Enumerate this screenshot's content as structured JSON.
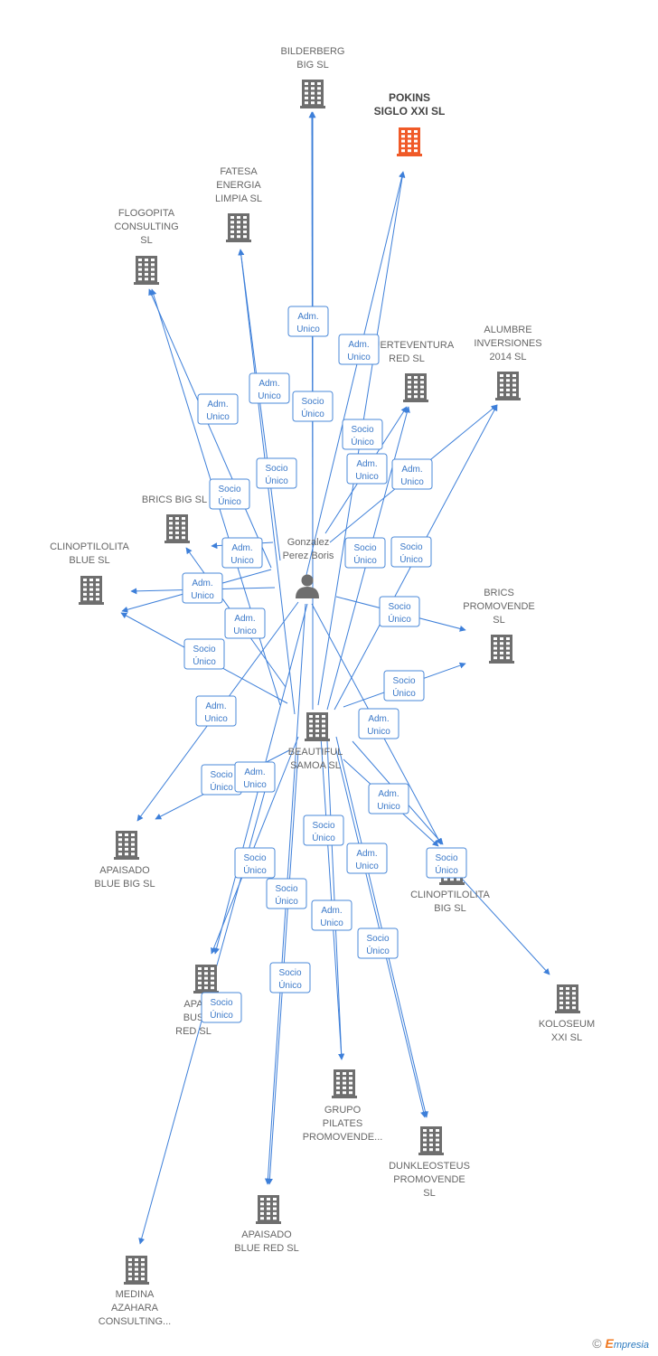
{
  "colors": {
    "edge": "#3d7fd9",
    "node": "#6e6e6e",
    "highlight": "#f05a28"
  },
  "nodes": [
    {
      "id": "bilderberg",
      "lines": [
        "BILDERBERG",
        "BIG  SL"
      ]
    },
    {
      "id": "pokins",
      "lines": [
        "POKINS",
        "SIGLO XXI  SL"
      ],
      "highlight": true
    },
    {
      "id": "fatesa",
      "lines": [
        "FATESA",
        "ENERGIA",
        "LIMPIA  SL"
      ]
    },
    {
      "id": "flogopita",
      "lines": [
        "FLOGOPITA",
        "CONSULTING",
        "SL"
      ]
    },
    {
      "id": "fuerteventura",
      "lines": [
        "RFUERTEVENTURA",
        "RED  SL"
      ]
    },
    {
      "id": "alumbre",
      "lines": [
        "ALUMBRE",
        "INVERSIONES",
        "2014  SL"
      ]
    },
    {
      "id": "bricsbig",
      "lines": [
        "BRICS BIG  SL"
      ]
    },
    {
      "id": "clinoblue",
      "lines": [
        "CLINOPTILOLITA",
        "BLUE  SL"
      ]
    },
    {
      "id": "bricspromo",
      "lines": [
        "BRICS",
        "PROMOVENDE",
        "SL"
      ]
    },
    {
      "id": "beautiful",
      "lines": [
        "BEAUTIFUL",
        "SAMOA SL"
      ]
    },
    {
      "id": "apaisadobluebig",
      "lines": [
        "APAISADO",
        "BLUE BIG  SL"
      ]
    },
    {
      "id": "clinobig",
      "lines": [
        "CLINOPTILOLITA",
        "BIG  SL"
      ]
    },
    {
      "id": "koloseum",
      "lines": [
        "KOLOSEUM",
        "XXI  SL"
      ]
    },
    {
      "id": "apaisadobus",
      "lines": [
        "APA",
        "BUS",
        "RED  SL"
      ]
    },
    {
      "id": "grupo",
      "lines": [
        "GRUPO",
        "PILATES",
        "PROMOVENDE..."
      ]
    },
    {
      "id": "dunkleosteus",
      "lines": [
        "DUNKLEOSTEUS",
        "PROMOVENDE",
        "SL"
      ]
    },
    {
      "id": "apaisadobluered",
      "lines": [
        "APAISADO",
        "BLUE RED  SL"
      ]
    },
    {
      "id": "medina",
      "lines": [
        "MEDINA",
        "AZAHARA",
        "CONSULTING..."
      ]
    }
  ],
  "person": {
    "id": "gonzalez",
    "lines": [
      "Gonzalez",
      "Perez Boris"
    ]
  },
  "edge_labels": [
    {
      "id": "e1",
      "lines": [
        "Adm.",
        "Unico"
      ]
    },
    {
      "id": "e2",
      "lines": [
        "Adm.",
        "Unico"
      ]
    },
    {
      "id": "e3",
      "lines": [
        "Adm.",
        "Unico"
      ]
    },
    {
      "id": "e4",
      "lines": [
        "Socio",
        "Único"
      ]
    },
    {
      "id": "e5",
      "lines": [
        "Adm.",
        "Unico"
      ]
    },
    {
      "id": "e6",
      "lines": [
        "Socio",
        "Único"
      ]
    },
    {
      "id": "e7",
      "lines": [
        "Adm.",
        "Unico"
      ]
    },
    {
      "id": "e8",
      "lines": [
        "Adm.",
        "Unico"
      ]
    },
    {
      "id": "e9",
      "lines": [
        "Socio",
        "Único"
      ]
    },
    {
      "id": "e10",
      "lines": [
        "Socio",
        "Único"
      ]
    },
    {
      "id": "e11",
      "lines": [
        "Adm.",
        "Unico"
      ]
    },
    {
      "id": "e12",
      "lines": [
        "Socio",
        "Único"
      ]
    },
    {
      "id": "e13",
      "lines": [
        "Socio",
        "Único"
      ]
    },
    {
      "id": "e14",
      "lines": [
        "Adm.",
        "Unico"
      ]
    },
    {
      "id": "e15",
      "lines": [
        "Socio",
        "Único"
      ]
    },
    {
      "id": "e16",
      "lines": [
        "Adm.",
        "Unico"
      ]
    },
    {
      "id": "e17",
      "lines": [
        "Socio",
        "Único"
      ]
    },
    {
      "id": "e18",
      "lines": [
        "Socio",
        "Único"
      ]
    },
    {
      "id": "e19",
      "lines": [
        "Adm.",
        "Unico"
      ]
    },
    {
      "id": "e20",
      "lines": [
        "Adm.",
        "Unico"
      ]
    },
    {
      "id": "e21",
      "lines": [
        "Socio",
        "Único"
      ]
    },
    {
      "id": "e22",
      "lines": [
        "Adm.",
        "Unico"
      ]
    },
    {
      "id": "e23",
      "lines": [
        "Adm.",
        "Unico"
      ]
    },
    {
      "id": "e24",
      "lines": [
        "Socio",
        "Único"
      ]
    },
    {
      "id": "e25",
      "lines": [
        "Adm.",
        "Unico"
      ]
    },
    {
      "id": "e26",
      "lines": [
        "Socio",
        "Único"
      ]
    },
    {
      "id": "e27",
      "lines": [
        "Socio",
        "Único"
      ]
    },
    {
      "id": "e28",
      "lines": [
        "Socio",
        "Único"
      ]
    },
    {
      "id": "e29",
      "lines": [
        "Adm.",
        "Unico"
      ]
    },
    {
      "id": "e30",
      "lines": [
        "Socio",
        "Único"
      ]
    },
    {
      "id": "e31",
      "lines": [
        "Socio",
        "Único"
      ]
    },
    {
      "id": "e32",
      "lines": [
        "Socio",
        "Único"
      ]
    }
  ],
  "footer": {
    "copyright": "©",
    "brand_initial": "E",
    "brand_rest": "mpresia"
  }
}
